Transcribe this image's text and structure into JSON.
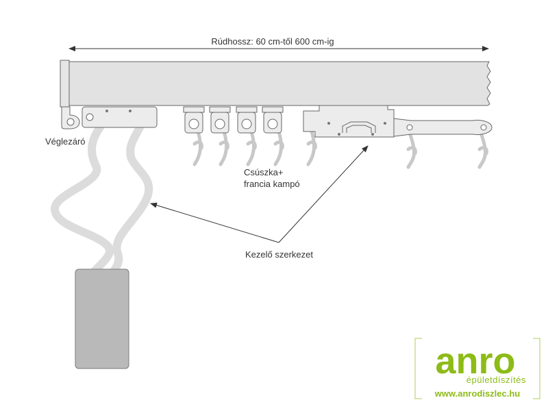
{
  "labels": {
    "length": "Rúdhossz: 60 cm-től 600 cm-ig",
    "end_stop": "Véglezáró",
    "slider_line1": "Csúszka+",
    "slider_line2": "francia kampó",
    "operator": "Kezelő szerkezet"
  },
  "logo": {
    "word": "anro",
    "subtitle": "épületdíszítés",
    "url": "www.anrodiszlec.hu"
  },
  "colors": {
    "rail": "#e2e2e2",
    "outline": "#666666",
    "cord": "#dcdcdc",
    "weight": "#b9b9b9",
    "brand": "#8dbb17"
  }
}
